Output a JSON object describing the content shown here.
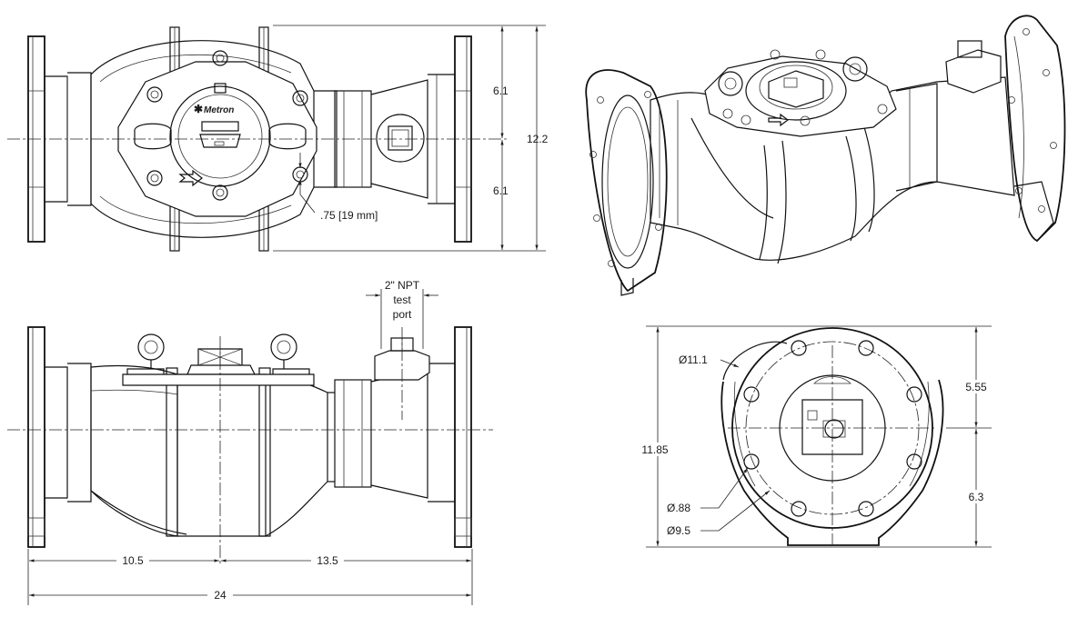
{
  "drawing_title": "",
  "top_view": {
    "dim_upper_half": "6.1",
    "dim_lower_half": "6.1",
    "dim_total_height": "12.2",
    "bolt_callout": ".75 [19 mm]",
    "logo_text": "Metron"
  },
  "side_view": {
    "test_port_callout": "2\" NPT\ntest\nport",
    "test_port_line1": "2\" NPT",
    "test_port_line2": "test",
    "test_port_line3": "port",
    "dim_left_length": "10.5",
    "dim_right_length": "13.5",
    "dim_overall_length": "24"
  },
  "end_view": {
    "dim_flange_od": "Ø11.1",
    "dim_total_height": "11.85",
    "dim_upper_height": "5.55",
    "dim_lower_height": "6.3",
    "dim_bolt_hole": "Ø.88",
    "dim_bolt_circle": "Ø9.5"
  },
  "colors": {
    "line": "#111111",
    "background": "#ffffff"
  }
}
